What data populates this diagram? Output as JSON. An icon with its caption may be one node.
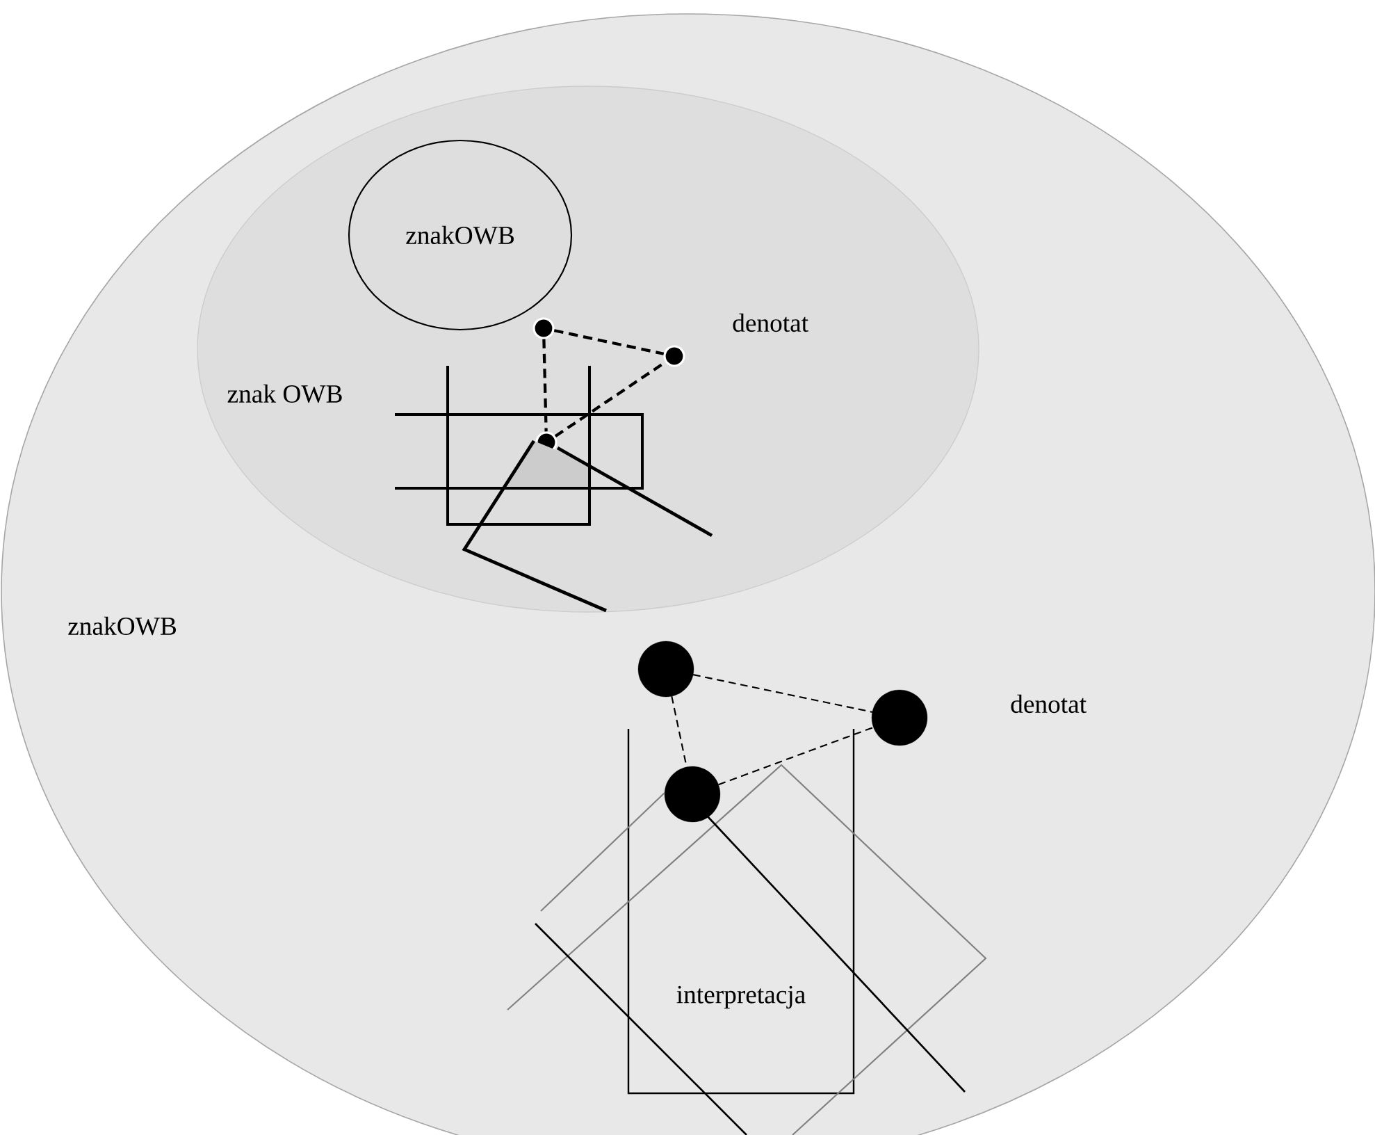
{
  "diagram": {
    "nodes": [
      {
        "text": [
          "znakOWB"
        ]
      },
      {
        "text": [
          "znak OWB"
        ],
        "in": 0
      },
      {
        "text": [
          "znakOWB"
        ],
        "in": 1
      },
      {
        "text": [],
        "shape": "circle",
        "in": 1
      },
      {
        "text": [],
        "shape": "circle",
        "in": 1,
        "beside": [
          "denotat"
        ]
      },
      {
        "text": [],
        "shape": "circle",
        "in": 1
      },
      {
        "text": [],
        "shape": "circle",
        "in": 0
      },
      {
        "text": [],
        "shape": "circle",
        "in": 0,
        "beside": [
          "denotat"
        ]
      },
      {
        "text": [],
        "shape": "circle",
        "in": 9
      },
      {
        "text": [
          "interpretacja"
        ],
        "in": 0
      }
    ],
    "edges": [
      {
        "from": 3,
        "to": 4,
        "arrow": "none",
        "style": "dashed"
      },
      {
        "from": 3,
        "to": 5,
        "arrow": "none",
        "style": "dashed"
      },
      {
        "from": 5,
        "to": 4,
        "arrow": "none",
        "style": "dashed"
      },
      {
        "from": 6,
        "to": 7,
        "arrow": "none",
        "style": "dashed"
      },
      {
        "from": 6,
        "to": 8,
        "arrow": "none",
        "style": "dashed"
      },
      {
        "from": 8,
        "to": 7,
        "arrow": "none",
        "style": "dashed"
      }
    ]
  }
}
